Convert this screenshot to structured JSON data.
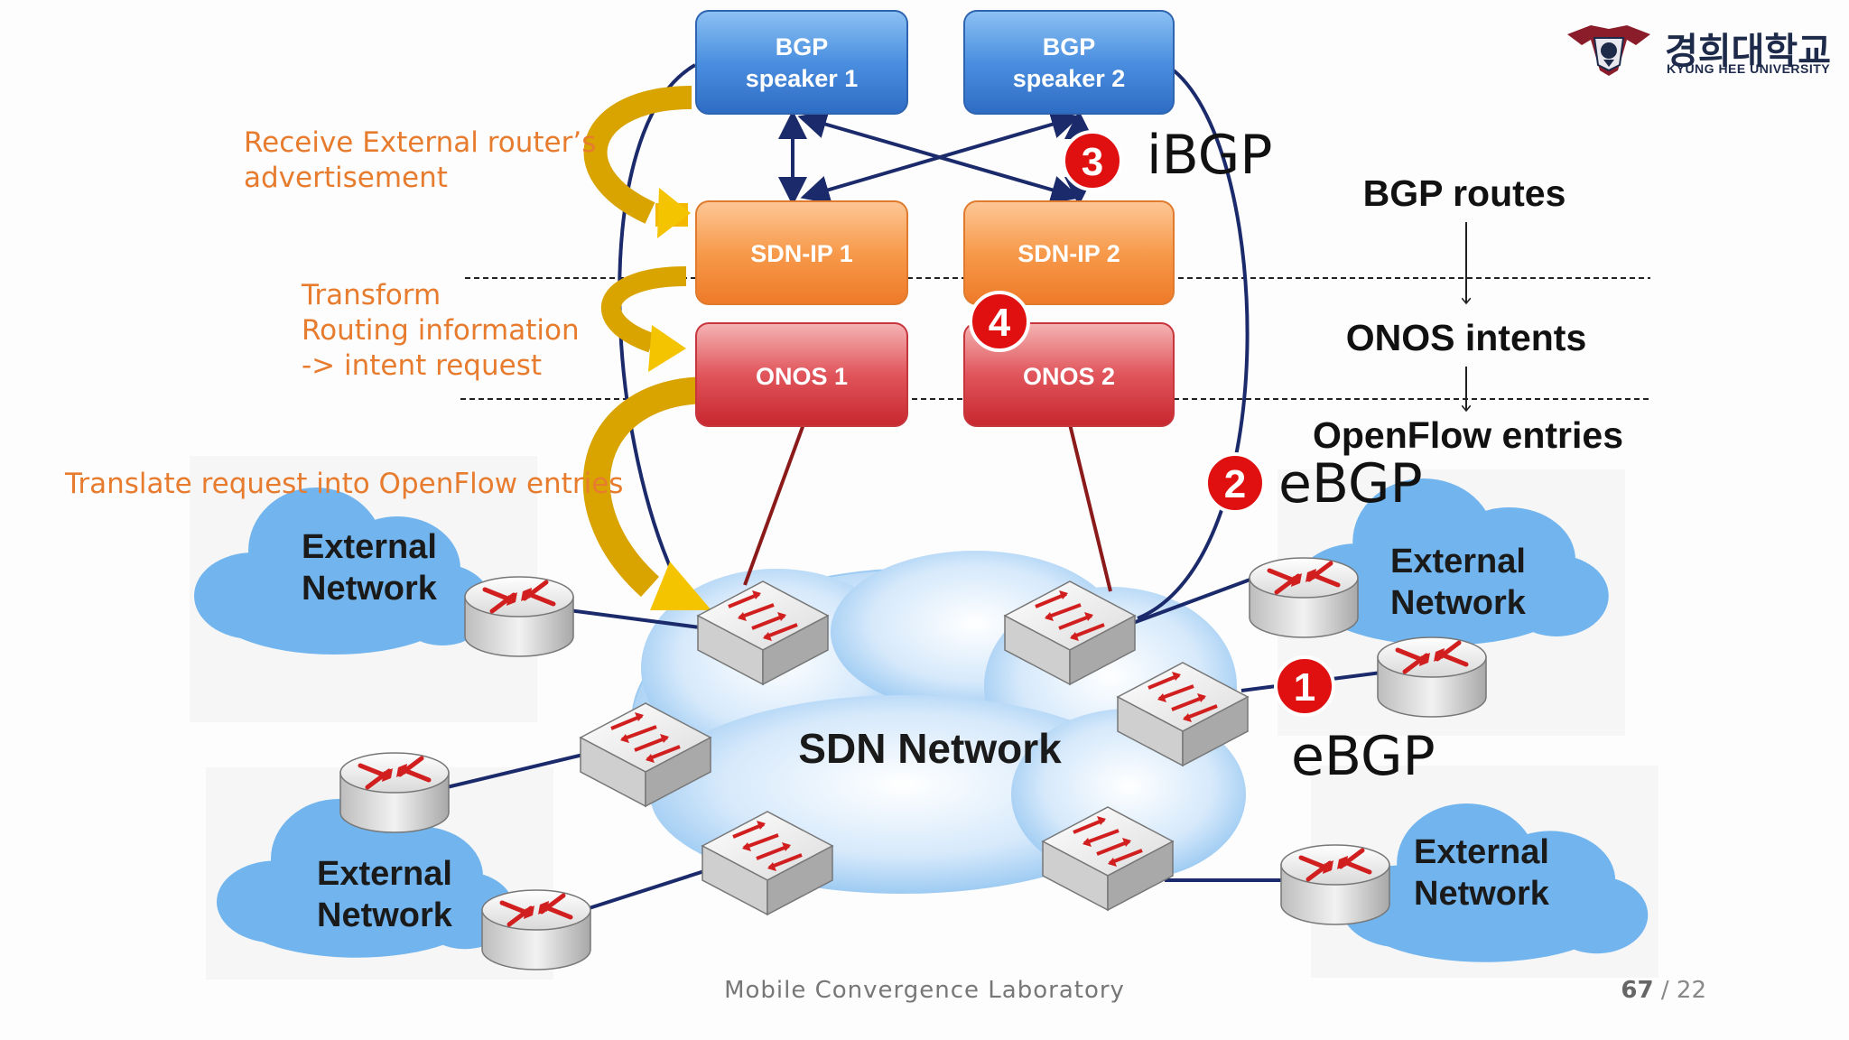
{
  "boxes": {
    "bgp_speaker_1": [
      "BGP",
      "speaker 1"
    ],
    "bgp_speaker_2": [
      "BGP",
      "speaker 2"
    ],
    "sdn_ip_1": "SDN-IP 1",
    "sdn_ip_2": "SDN-IP 2",
    "onos_1": "ONOS 1",
    "onos_2": "ONOS 2"
  },
  "annotations": {
    "receive": [
      "Receive External router’s",
      "advertisement"
    ],
    "transform": [
      "Transform",
      "Routing information",
      "->  intent request"
    ],
    "translate": "Translate request into OpenFlow entries"
  },
  "layers": {
    "bgp_routes": "BGP routes",
    "onos_intents": "ONOS intents",
    "openflow_entries": "OpenFlow entries"
  },
  "protocols": {
    "ibgp": "iBGP",
    "ebgp_upper": "eBGP",
    "ebgp_lower": "eBGP"
  },
  "badges": {
    "one": "1",
    "two": "2",
    "three": "3",
    "four": "4"
  },
  "clouds": {
    "sdn": "SDN Network",
    "external": [
      "External",
      "Network"
    ]
  },
  "logo": {
    "korean": "경희대학교",
    "english": "KYUNG HEE UNIVERSITY"
  },
  "footer": {
    "lab": "Mobile Convergence Laboratory",
    "page_current": "67",
    "page_separator": " / ",
    "page_total": "22"
  },
  "colors": {
    "blue_box": "#3f86d8",
    "orange_box": "#f08b3a",
    "red_box": "#d8434a",
    "cloud_blue": "#72b5ee",
    "navy_line": "#1b2a6b",
    "dark_red_line": "#8b1a1a",
    "gold_arrow": "#f0b400",
    "badge_red": "#e01010",
    "annotation_orange": "#e77b2e"
  },
  "icons": [
    "router-icon",
    "openflow-switch-icon",
    "university-emblem-icon"
  ]
}
